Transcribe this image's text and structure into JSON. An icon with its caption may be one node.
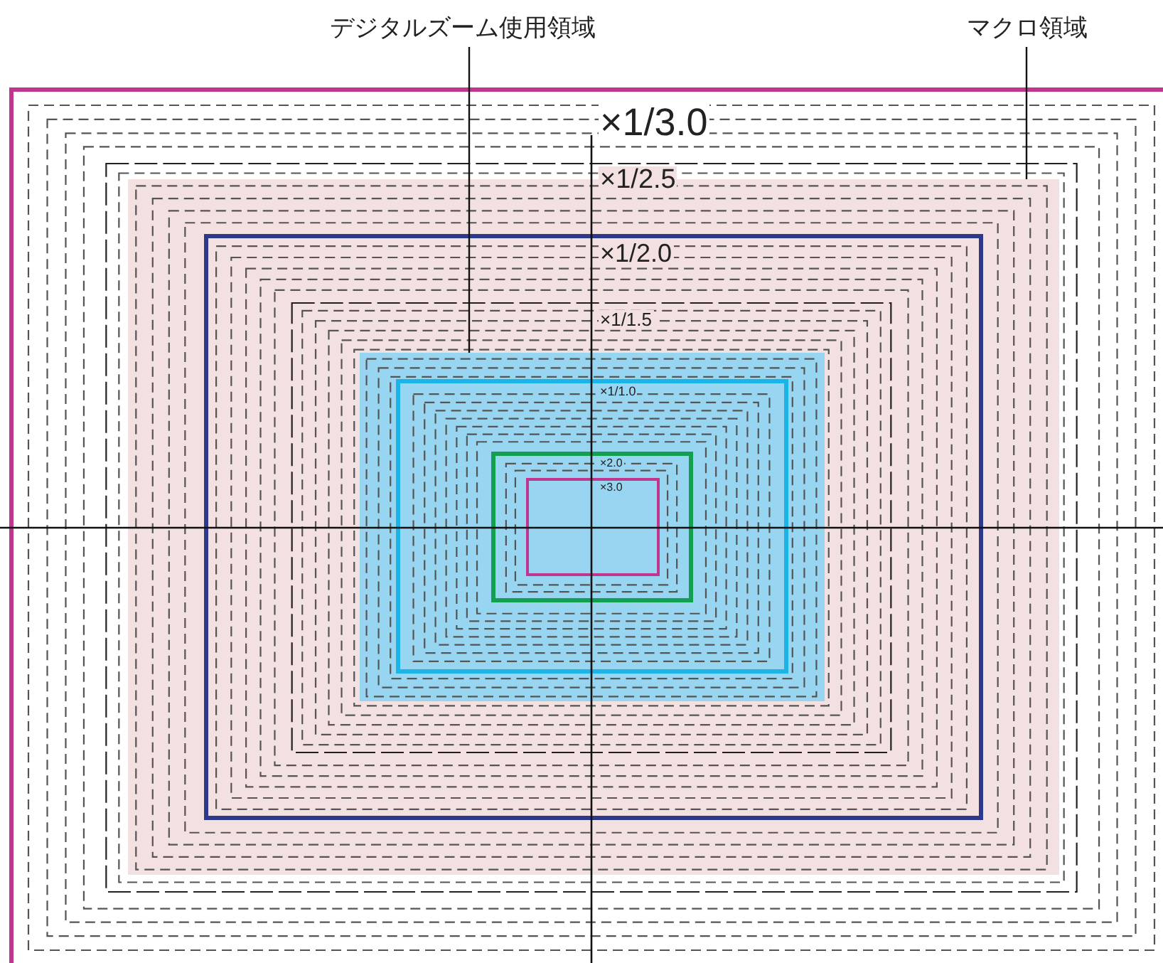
{
  "diagram": {
    "nodes": [
      {
        "text": [
          "デジタルズーム使用領域"
        ]
      },
      {
        "text": [
          "マクロ領域"
        ]
      },
      {
        "text": [],
        "shape": "box"
      },
      {
        "text": [],
        "shape": "box",
        "in": 2
      }
    ],
    "edges": [
      {
        "from": 0,
        "to": 3,
        "arrow": "none"
      },
      {
        "from": 1,
        "to": 2,
        "arrow": "none"
      }
    ],
    "labels": [
      "×1/3.0",
      "×1/2.5",
      "×1/2.0",
      "×1/1.5",
      "×1/1.0",
      "×2.0",
      "×3.0"
    ]
  }
}
